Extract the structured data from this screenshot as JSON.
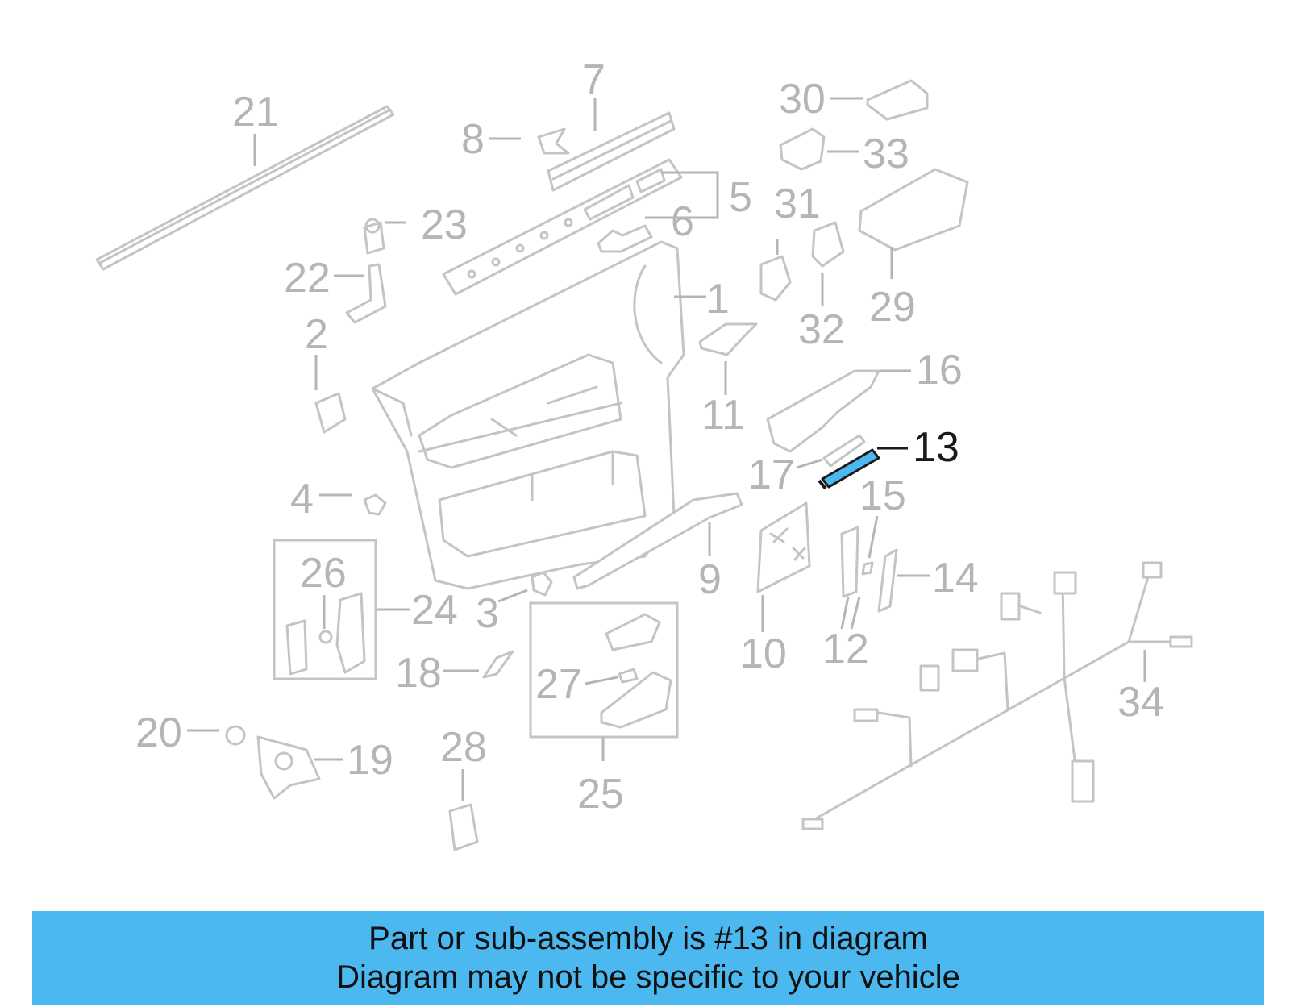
{
  "diagram": {
    "highlighted_part": "13",
    "highlight_color": "#4cb8f0",
    "callouts": [
      "1",
      "2",
      "3",
      "4",
      "5",
      "6",
      "7",
      "8",
      "9",
      "10",
      "11",
      "12",
      "13",
      "14",
      "15",
      "16",
      "17",
      "18",
      "19",
      "20",
      "21",
      "22",
      "23",
      "24",
      "25",
      "26",
      "27",
      "28",
      "29",
      "30",
      "31",
      "32",
      "33",
      "34"
    ]
  },
  "banner": {
    "line1": "Part or sub-assembly is #13 in diagram",
    "line2": "Diagram may not be specific to your vehicle",
    "color": "#4cb8f0"
  }
}
